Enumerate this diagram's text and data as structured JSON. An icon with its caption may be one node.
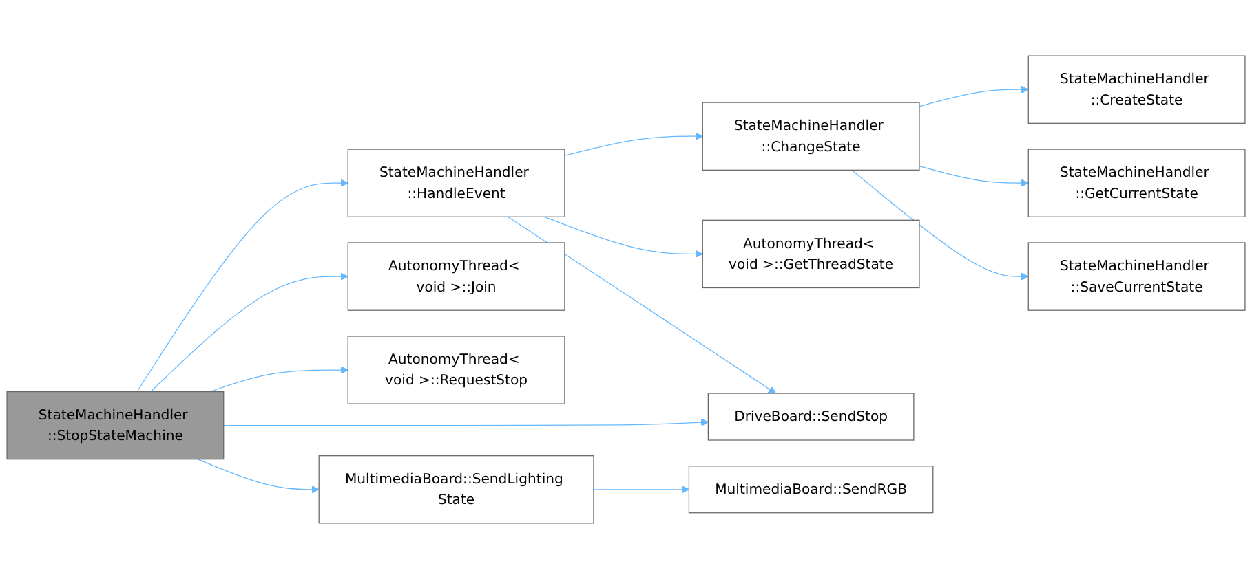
{
  "diagram": {
    "nodes": [
      {
        "text": [
          "StateMachineHandler ::StopStateMachine"
        ]
      },
      {
        "text": [
          "StateMachineHandler ::HandleEvent"
        ]
      },
      {
        "text": [
          "StateMachineHandler ::ChangeState"
        ]
      },
      {
        "text": [
          "StateMachineHandler ::CreateState"
        ]
      },
      {
        "text": [
          "StateMachineHandler ::GetCurrentState"
        ]
      },
      {
        "text": [
          "StateMachineHandler ::SaveCurrentState"
        ]
      },
      {
        "text": [
          "AutonomyThread< void >::GetThreadState"
        ]
      },
      {
        "text": [
          "DriveBoard::SendStop"
        ]
      },
      {
        "text": [
          "AutonomyThread< void >::Join"
        ]
      },
      {
        "text": [
          "AutonomyThread< void >::RequestStop"
        ]
      },
      {
        "text": [
          "MultimediaBoard::SendLighting State"
        ]
      },
      {
        "text": [
          "MultimediaBoard::SendRGB"
        ]
      }
    ],
    "edges": [
      {
        "from": 0,
        "to": 1,
        "arrow": "to"
      },
      {
        "from": 1,
        "to": 2,
        "arrow": "to"
      },
      {
        "from": 2,
        "to": 3,
        "arrow": "to"
      },
      {
        "from": 2,
        "to": 4,
        "arrow": "to"
      },
      {
        "from": 2,
        "to": 5,
        "arrow": "to"
      },
      {
        "from": 1,
        "to": 6,
        "arrow": "to"
      },
      {
        "from": 1,
        "to": 7,
        "arrow": "to"
      },
      {
        "from": 0,
        "to": 7,
        "arrow": "to"
      },
      {
        "from": 0,
        "to": 8,
        "arrow": "to"
      },
      {
        "from": 0,
        "to": 9,
        "arrow": "to"
      },
      {
        "from": 0,
        "to": 10,
        "arrow": "to"
      },
      {
        "from": 10,
        "to": 11,
        "arrow": "to"
      }
    ]
  }
}
